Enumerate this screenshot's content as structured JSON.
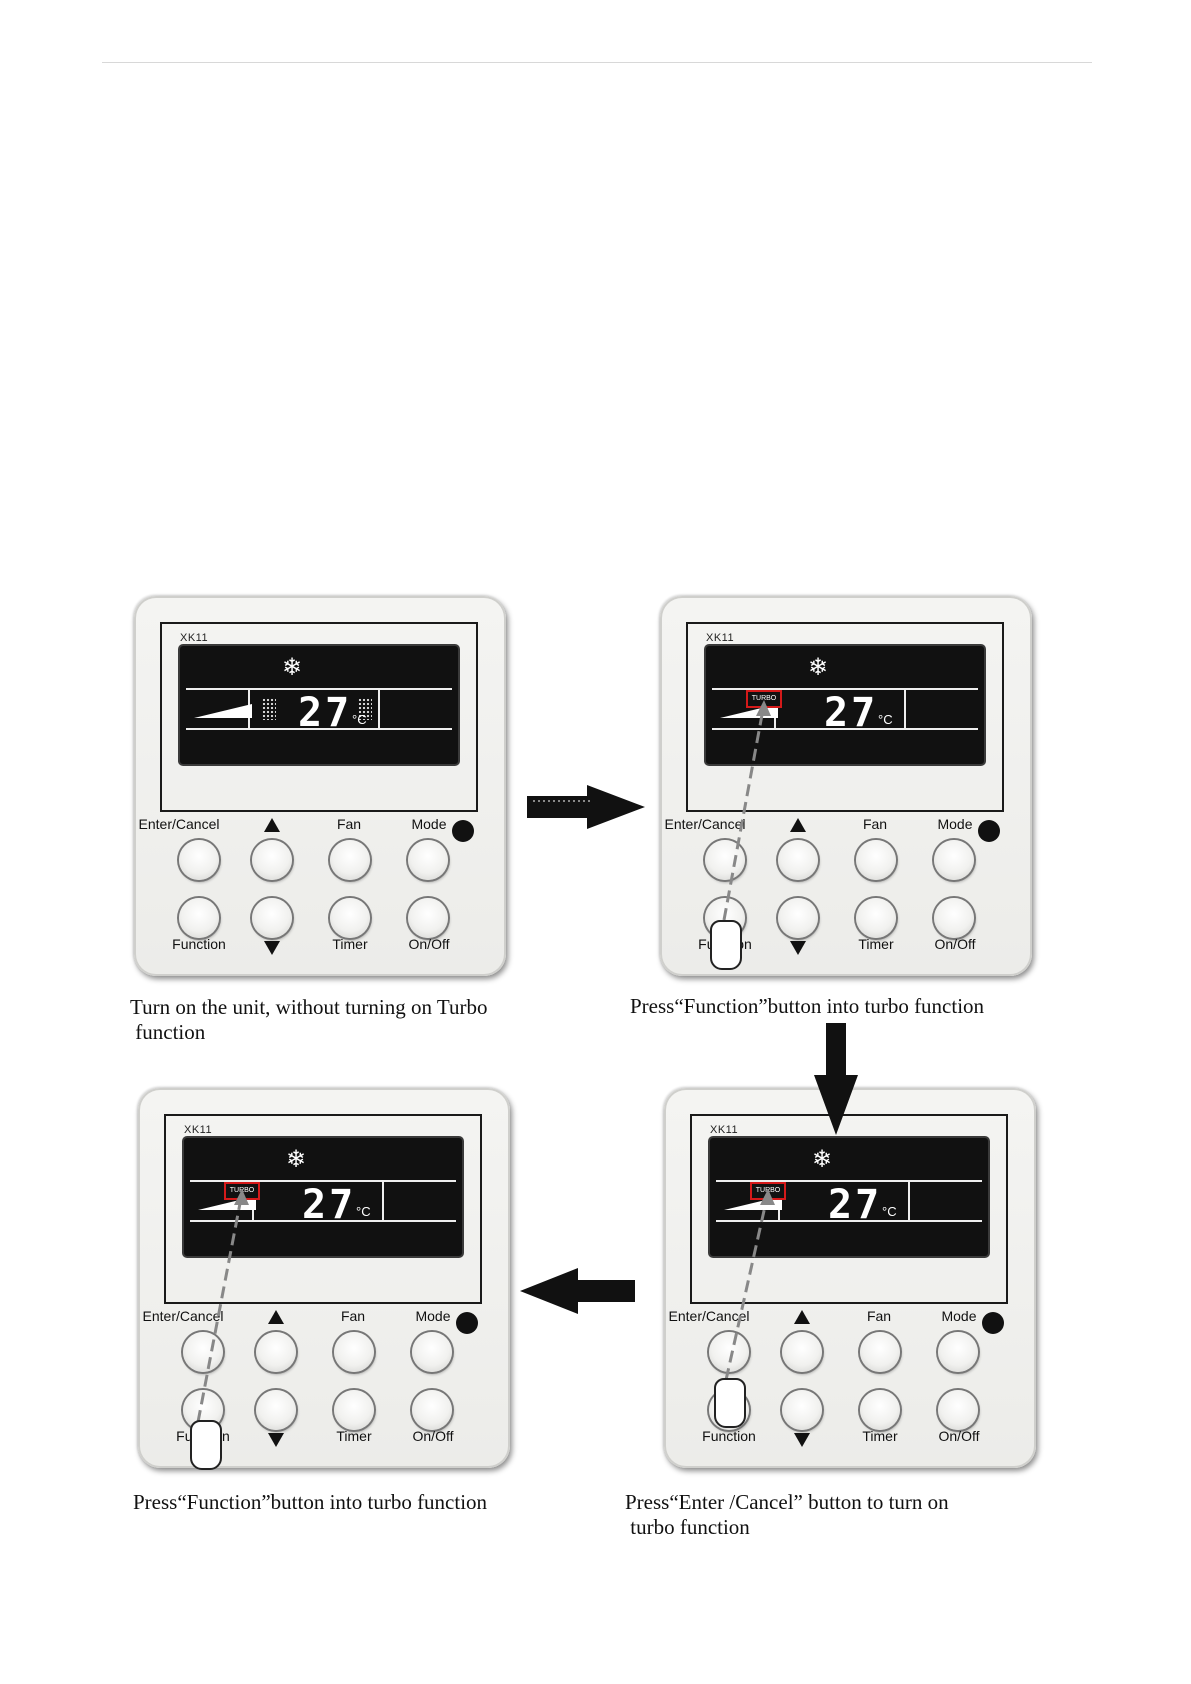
{
  "panel": {
    "model": "XK11",
    "temperature": "27",
    "unit": "°C",
    "turbo_label": "TURBO",
    "buttons": {
      "enter_cancel": "Enter/Cancel",
      "fan": "Fan",
      "mode": "Mode",
      "function": "Function",
      "timer": "Timer",
      "on_off": "On/Off"
    }
  },
  "steps": [
    {
      "caption_line1": "Turn on the unit, without turning on Turbo",
      "caption_line2": " function",
      "turbo_on": false
    },
    {
      "caption_line1": "Press“Function”button into turbo function",
      "caption_line2": "",
      "turbo_on": true
    },
    {
      "caption_line1": "Press“Enter /Cancel” button to turn on",
      "caption_line2": " turbo function",
      "turbo_on": true
    },
    {
      "caption_line1": "Press“Function”button into turbo function",
      "caption_line2": "",
      "turbo_on": true
    }
  ],
  "icons": {
    "snowflake": "snowflake-icon",
    "arrow": "arrow-icon",
    "hand": "hand-pointer-icon"
  }
}
